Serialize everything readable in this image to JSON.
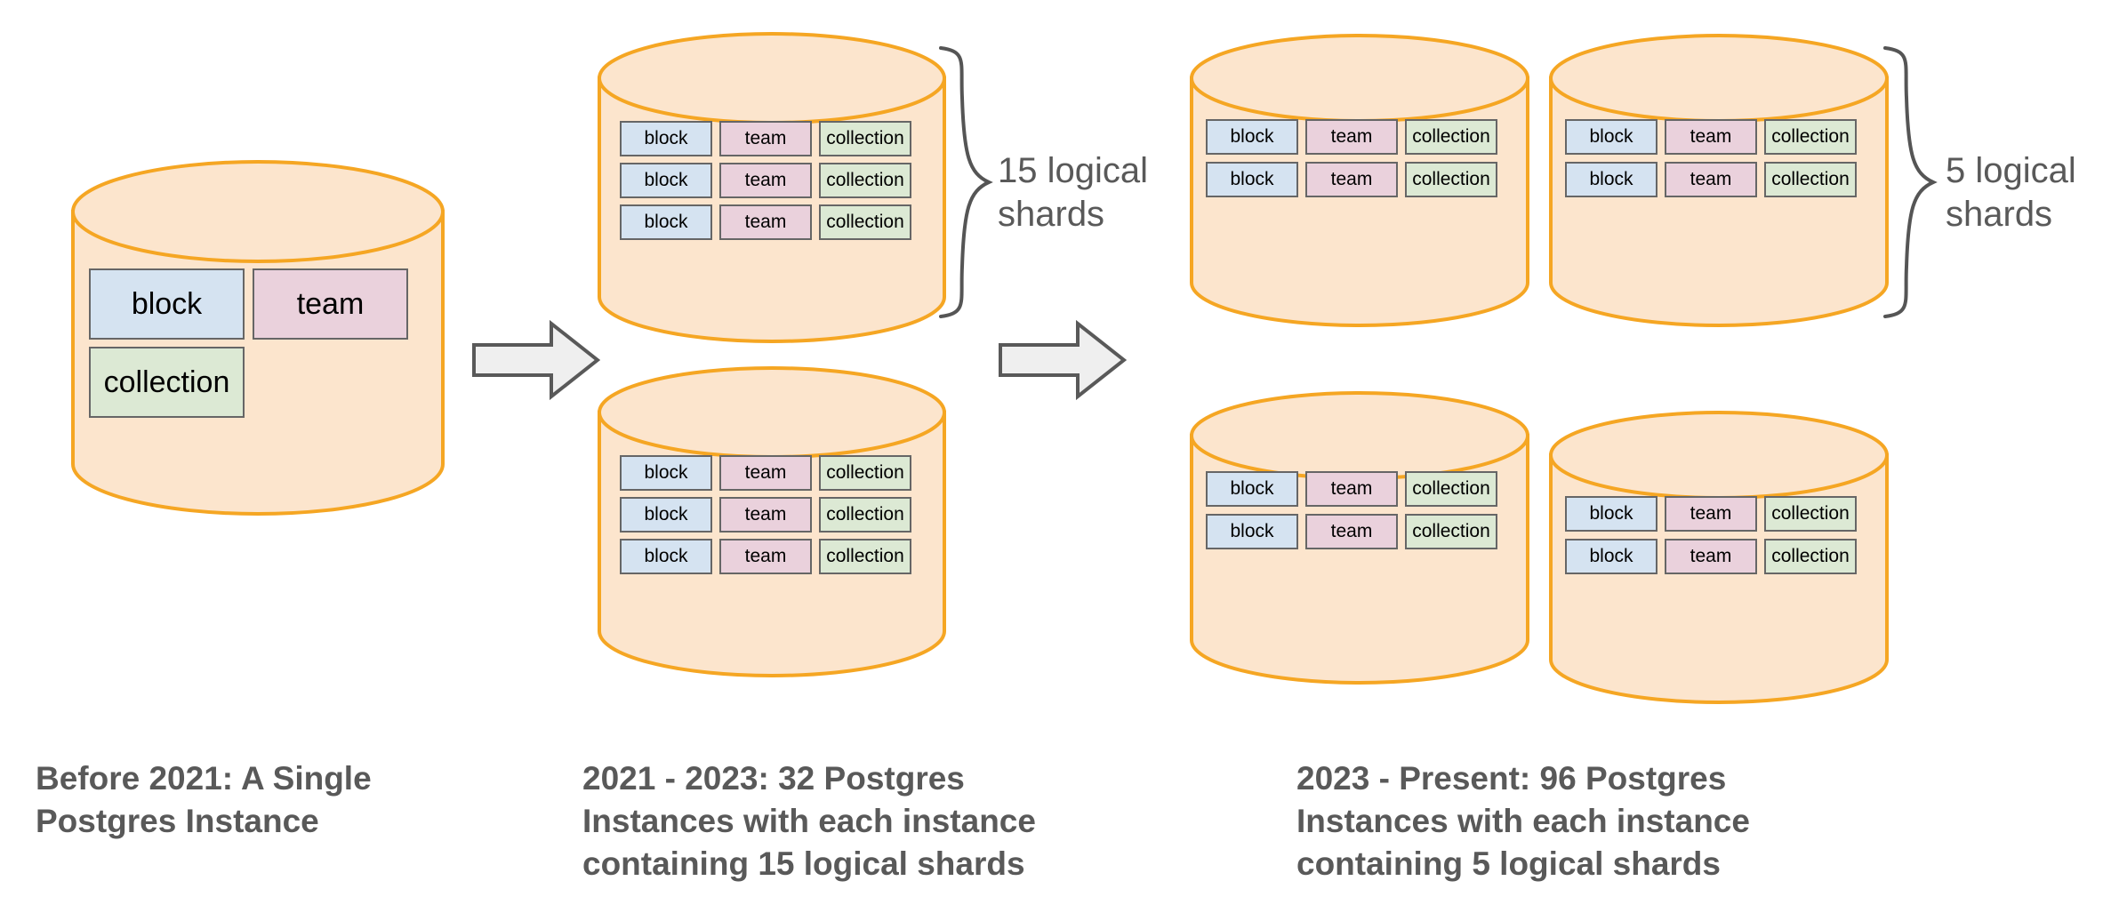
{
  "diagram": {
    "title_semantic": "Notion Postgres sharding evolution",
    "colors": {
      "cylinder_fill": "#fce5cd",
      "cylinder_stroke": "#f5a623",
      "block_fill": "#d5e3f1",
      "team_fill": "#ead1dc",
      "collection_fill": "#dce9d4",
      "shard_stroke": "#666666",
      "arrow_fill": "#efefef",
      "arrow_stroke": "#595959",
      "text_gray": "#595959",
      "background": "#ffffff"
    },
    "shard_labels": {
      "block": "block",
      "team": "team",
      "collection": "collection"
    },
    "stages": [
      {
        "id": "stage-1",
        "caption": "Before 2021: A Single\nPostgres Instance",
        "instances": [
          {
            "id": "instance-1-1",
            "rows": [
              [
                "block",
                "team"
              ],
              [
                "collection"
              ]
            ]
          }
        ],
        "annotation": null
      },
      {
        "id": "stage-2",
        "caption": "2021 - 2023: 32 Postgres\nInstances with each instance\ncontaining 15 logical shards",
        "instances": [
          {
            "id": "instance-2-1",
            "rows": [
              [
                "block",
                "team",
                "collection"
              ],
              [
                "block",
                "team",
                "collection"
              ],
              [
                "block",
                "team",
                "collection"
              ]
            ]
          },
          {
            "id": "instance-2-2",
            "rows": [
              [
                "block",
                "team",
                "collection"
              ],
              [
                "block",
                "team",
                "collection"
              ],
              [
                "block",
                "team",
                "collection"
              ]
            ]
          }
        ],
        "annotation": "15 logical\nshards"
      },
      {
        "id": "stage-3",
        "caption": "2023 - Present: 96 Postgres\nInstances with each instance\ncontaining 5 logical shards",
        "instances": [
          {
            "id": "instance-3-1",
            "rows": [
              [
                "block",
                "team",
                "collection"
              ],
              [
                "block",
                "team",
                "collection"
              ]
            ]
          },
          {
            "id": "instance-3-2",
            "rows": [
              [
                "block",
                "team",
                "collection"
              ],
              [
                "block",
                "team",
                "collection"
              ]
            ]
          },
          {
            "id": "instance-3-3",
            "rows": [
              [
                "block",
                "team",
                "collection"
              ],
              [
                "block",
                "team",
                "collection"
              ]
            ]
          },
          {
            "id": "instance-3-4",
            "rows": [
              [
                "block",
                "team",
                "collection"
              ],
              [
                "block",
                "team",
                "collection"
              ]
            ]
          }
        ],
        "annotation": "5 logical\nshards"
      }
    ],
    "transitions": [
      {
        "id": "arrow-1",
        "from": "stage-1",
        "to": "stage-2",
        "icon": "right-arrow-icon"
      },
      {
        "id": "arrow-2",
        "from": "stage-2",
        "to": "stage-3",
        "icon": "right-arrow-icon"
      }
    ]
  }
}
